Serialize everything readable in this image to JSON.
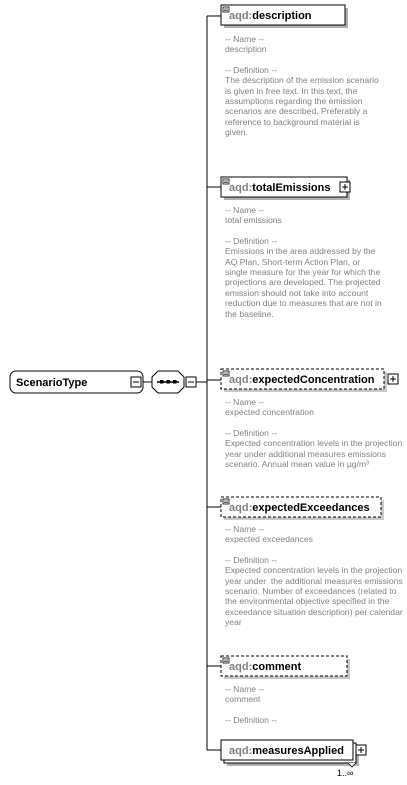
{
  "root": {
    "label": "ScenarioType"
  },
  "elements": [
    {
      "prefix": "aqd",
      "name": "description",
      "optional": false,
      "expandable": false,
      "name_heading": "-- Name --",
      "name_text": "description",
      "definition_heading": "-- Definition --",
      "definition_text": "The description of the emission scenario is given in free text. In this text, the assumptions regarding the emission scenarios are described. Preferably a reference to background material is given."
    },
    {
      "prefix": "aqd",
      "name": "totalEmissions",
      "optional": false,
      "expandable": true,
      "name_heading": "-- Name --",
      "name_text": "total emissions",
      "definition_heading": "-- Definition --",
      "definition_text": "Emissions in the area addressed by the AQ Plan, Short-term Action Plan, or single measure for the year for which the projections are developed. The projected emission should not take into account reduction due to measures that are not in the baseline."
    },
    {
      "prefix": "aqd",
      "name": "expectedConcentration",
      "optional": true,
      "expandable": true,
      "name_heading": "-- Name --",
      "name_text": "expected concentration",
      "definition_heading": "-- Definition --",
      "definition_text": "Expected concentration levels in the projection year under additional measures emissions scenario. Annual mean value in µg/m³"
    },
    {
      "prefix": "aqd",
      "name": "expectedExceedances",
      "optional": true,
      "expandable": false,
      "name_heading": "-- Name --",
      "name_text": "expected exceedances",
      "definition_heading": "-- Definition --",
      "definition_text": "Expected concentration levels in the projection year under  the additional measures emissions scenario. Number of exceedances (related to the environmental objective specified in the exceedance situation description) per calendar year"
    },
    {
      "prefix": "aqd",
      "name": "comment",
      "optional": true,
      "expandable": false,
      "name_heading": "-- Name --",
      "name_text": "comment",
      "definition_heading": "-- Definition --",
      "definition_text": ""
    },
    {
      "prefix": "aqd",
      "name": "measuresApplied",
      "optional": false,
      "expandable": true,
      "multiplicity": "1..∞"
    }
  ]
}
